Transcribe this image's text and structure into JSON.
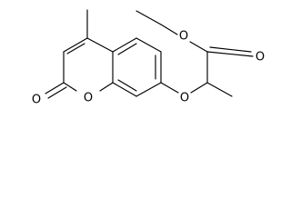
{
  "molecule": {
    "atom_labels": {
      "ring_oxygen": "O",
      "carbonyl_oxygen": "O",
      "ether_oxygen": "O",
      "ester_oxygen": "O",
      "ester_carbonyl_oxygen": "O"
    }
  }
}
